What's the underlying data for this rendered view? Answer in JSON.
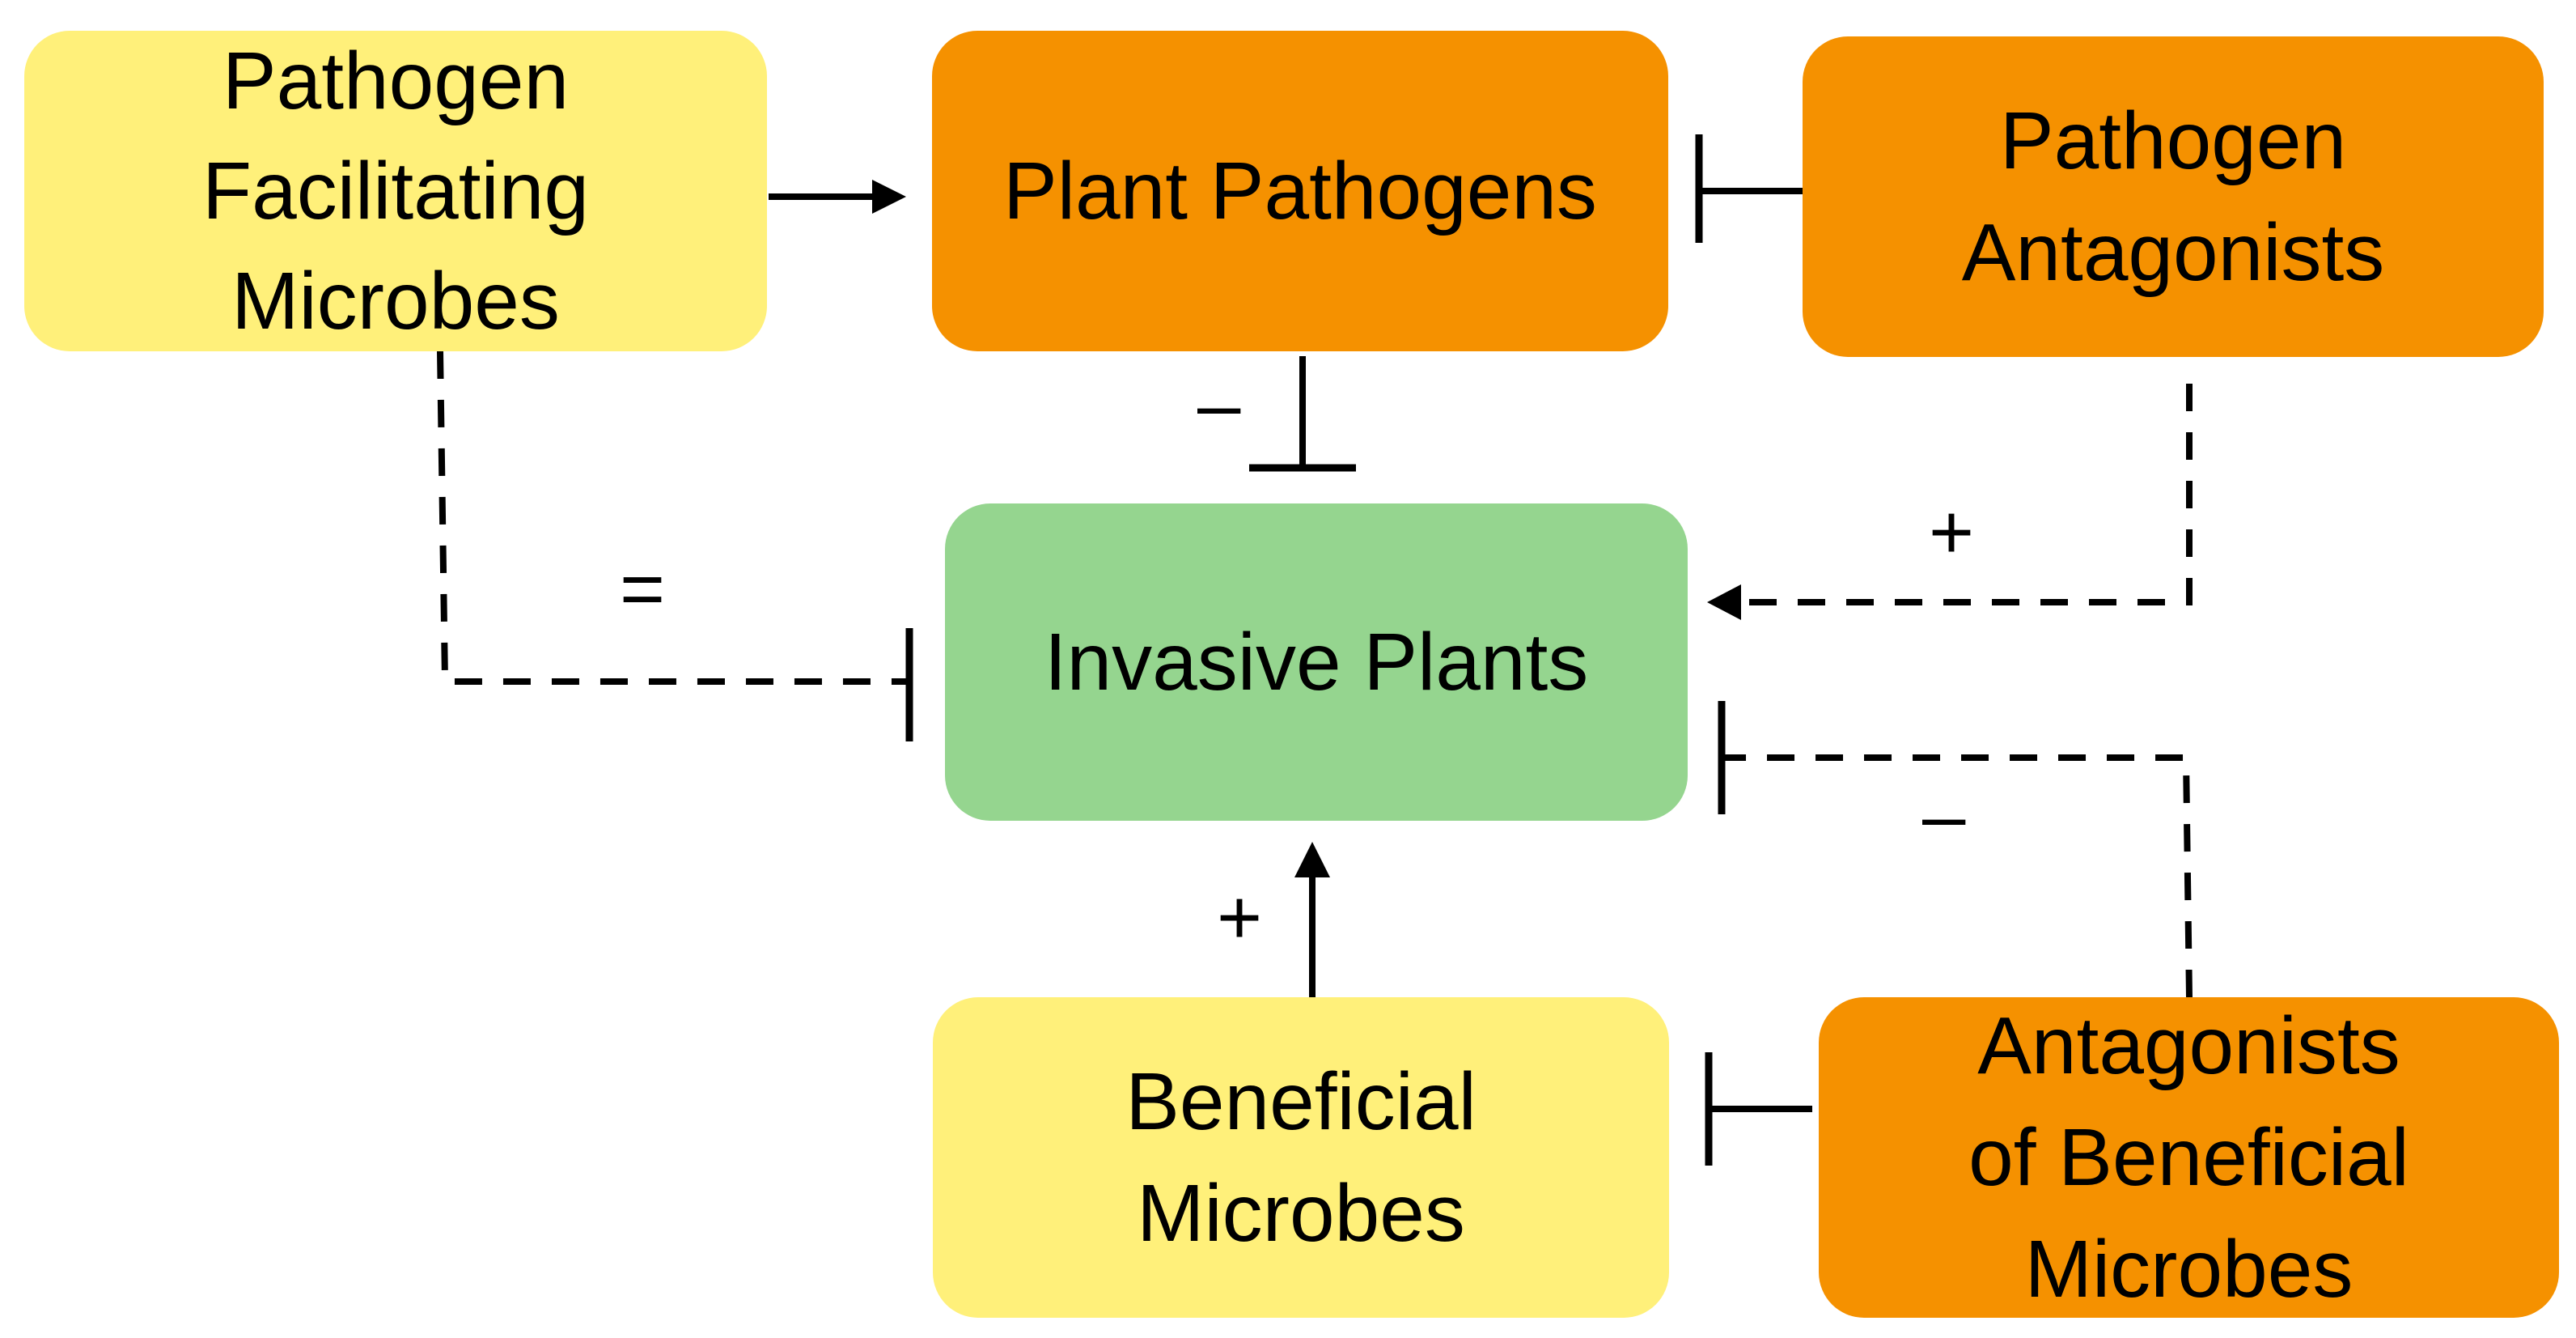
{
  "nodes": {
    "pathogen_facilitating": "Pathogen\nFacilitating\nMicrobes",
    "plant_pathogens": "Plant Pathogens",
    "pathogen_antagonists": "Pathogen\nAntagonists",
    "invasive_plants": "Invasive Plants",
    "beneficial_microbes": "Beneficial\nMicrobes",
    "antagonists_of_beneficial": "Antagonists\nof Beneficial\nMicrobes"
  },
  "signs": {
    "pathogens_to_invasive": "–",
    "facilitating_to_invasive": "=",
    "antagonists_to_invasive": "+",
    "antagonists_beneficial_to_invasive": "–",
    "beneficial_to_invasive": "+"
  },
  "colors": {
    "yellow": "#FFF07A",
    "orange": "#F59100",
    "green": "#95D58F",
    "line": "#000000"
  }
}
